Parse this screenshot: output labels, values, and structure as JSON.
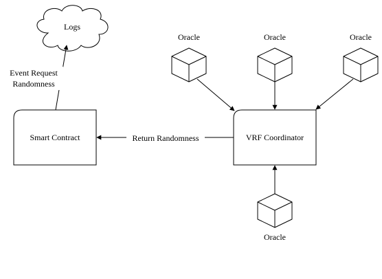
{
  "colors": {
    "stroke": "#000000",
    "background": "#ffffff"
  },
  "cloud": {
    "label": "Logs"
  },
  "smart_contract": {
    "label": "Smart Contract"
  },
  "vrf_coordinator": {
    "label": "VRF Coordinator"
  },
  "edges": {
    "event_request_line1": "Event Request",
    "event_request_line2": "Randomness",
    "return_randomness": "Return Randomness"
  },
  "oracles": [
    {
      "label": "Oracle",
      "icon": "cube-icon"
    },
    {
      "label": "Oracle",
      "icon": "cube-icon"
    },
    {
      "label": "Oracle",
      "icon": "cube-icon"
    },
    {
      "label": "Oracle",
      "icon": "cube-icon"
    }
  ]
}
